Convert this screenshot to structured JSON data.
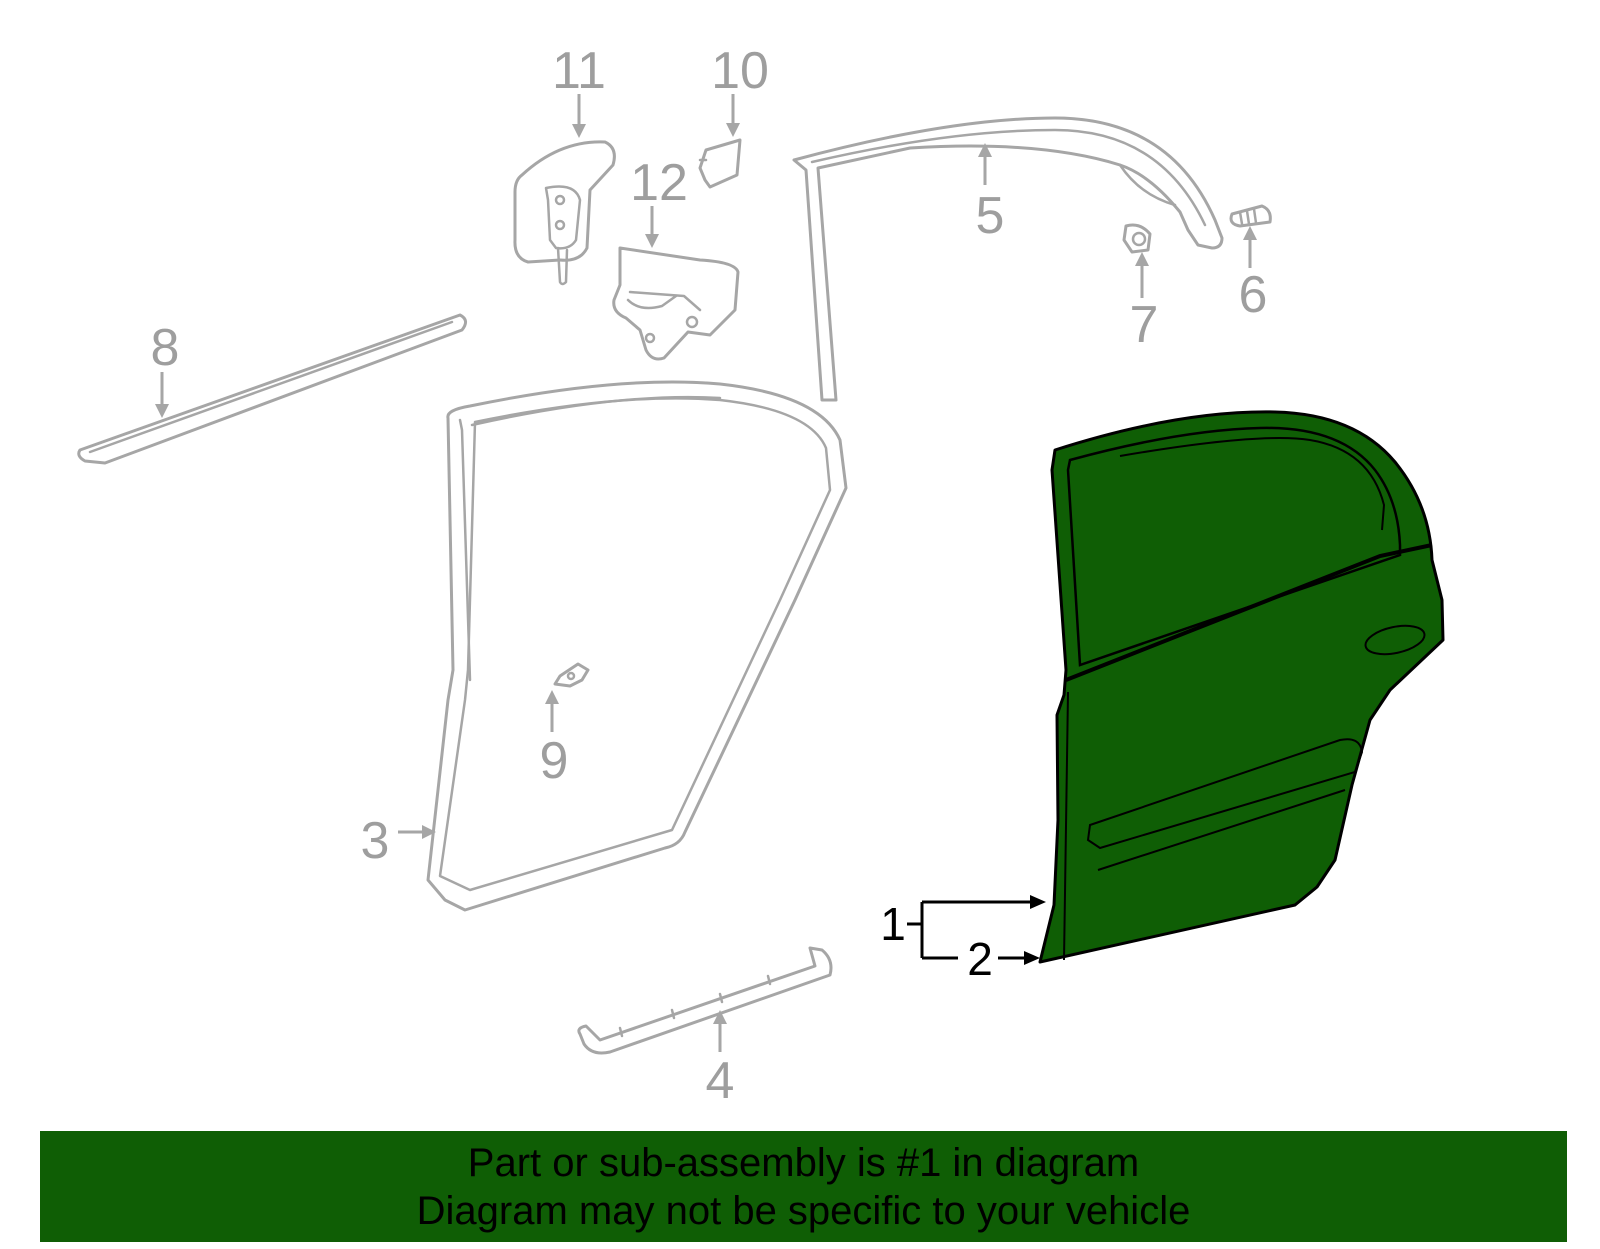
{
  "colors": {
    "highlight_part": "#0f5e05",
    "other_parts": "#a6a6a6",
    "banner_background": "#0f5e05"
  },
  "callouts": {
    "c1": "1",
    "c2": "2",
    "c3": "3",
    "c4": "4",
    "c5": "5",
    "c6": "6",
    "c7": "7",
    "c8": "8",
    "c9": "9",
    "c10": "10",
    "c11": "11",
    "c12": "12"
  },
  "banner": {
    "line1": "Part or sub-assembly is #1 in diagram",
    "line2": "Diagram may not be specific to your vehicle"
  }
}
